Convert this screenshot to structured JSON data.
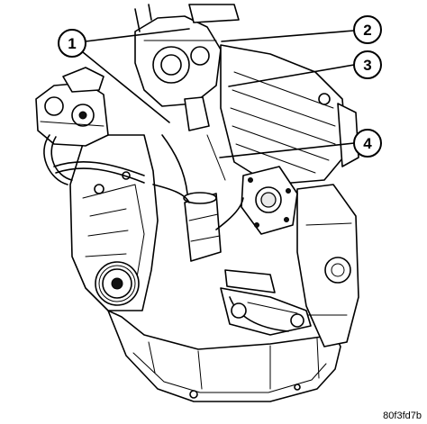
{
  "figure": {
    "code": "80f3fd7b"
  },
  "callouts": [
    {
      "id": "1",
      "label": "1"
    },
    {
      "id": "2",
      "label": "2"
    },
    {
      "id": "3",
      "label": "3"
    },
    {
      "id": "4",
      "label": "4"
    }
  ]
}
